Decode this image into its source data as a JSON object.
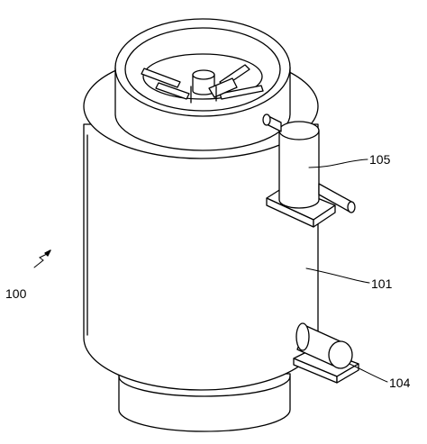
{
  "figure": {
    "labels": {
      "assembly": "100",
      "body": "101",
      "motor": "104",
      "valve": "105"
    },
    "colors": {
      "line": "#000000",
      "background": "#ffffff"
    }
  }
}
